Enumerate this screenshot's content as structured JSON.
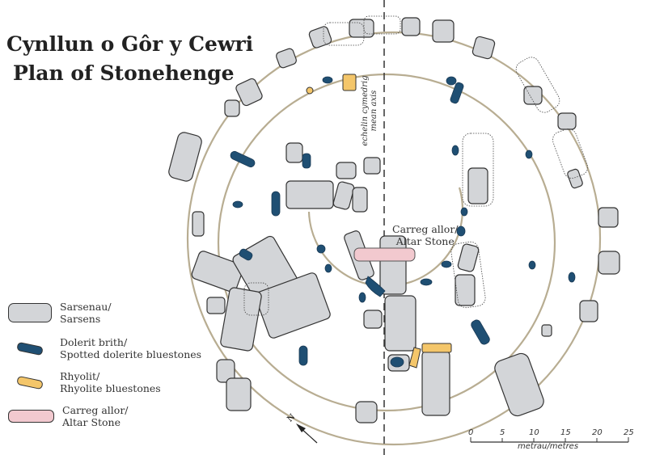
{
  "title": {
    "welsh": "Cynllun o Gôr y Cewri",
    "english": "Plan of Stonehenge"
  },
  "axis_label": {
    "welsh": "echelin cymedrig",
    "english": "mean axis"
  },
  "altar_label": {
    "welsh": "Carreg allor/",
    "english": "Altar Stone"
  },
  "legend": [
    {
      "line1": "Sarsenau/",
      "line2": "Sarsens",
      "color": "#d3d5d8"
    },
    {
      "line1": "Dolerit brith/",
      "line2": "Spotted dolerite bluestones",
      "color": "#1f4f73"
    },
    {
      "line1": "Rhyolit/",
      "line2": "Rhyolite bluestones",
      "color": "#f4c66a"
    },
    {
      "line1": "Carreg allor/",
      "line2": "Altar Stone",
      "color": "#f2c9cf"
    }
  ],
  "north_label": "N",
  "scale": {
    "ticks": [
      "0",
      "5",
      "10",
      "15",
      "20",
      "25"
    ],
    "unit": "metrau/metres"
  }
}
